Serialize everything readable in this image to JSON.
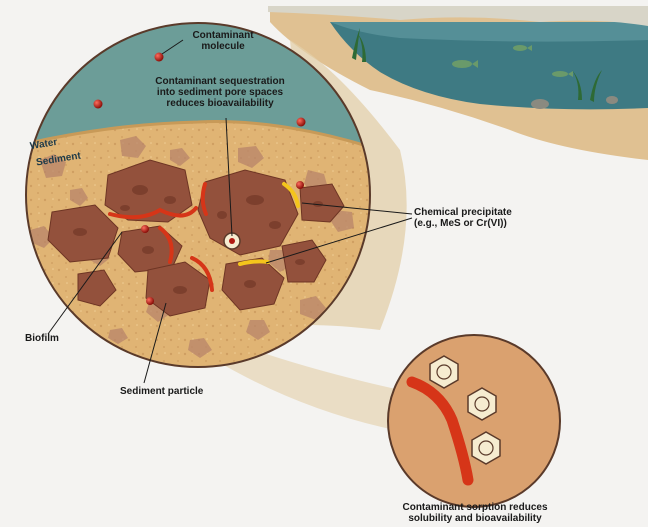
{
  "labels": {
    "contaminant_molecule": "Contaminant\nmolecule",
    "sequestration": "Contaminant sequestration\ninto sediment pore spaces\nreduces bioavailability",
    "water": "Water",
    "sediment": "Sediment",
    "chemical_precipitate": "Chemical precipitate\n(e.g., MeS or Cr(VI))",
    "biofilm": "Biofilm",
    "sediment_particle": "Sediment particle",
    "sorption": "Contaminant sorption reduces\nsolubility and bioavailability"
  },
  "colors": {
    "background": "#f4f3f1",
    "water": "#6c9d98",
    "sediment": "#e0b474",
    "particle": "#93513c",
    "biofilm": "#d63518",
    "precipitate": "#f4c51c",
    "contaminant": "#b11a12"
  }
}
